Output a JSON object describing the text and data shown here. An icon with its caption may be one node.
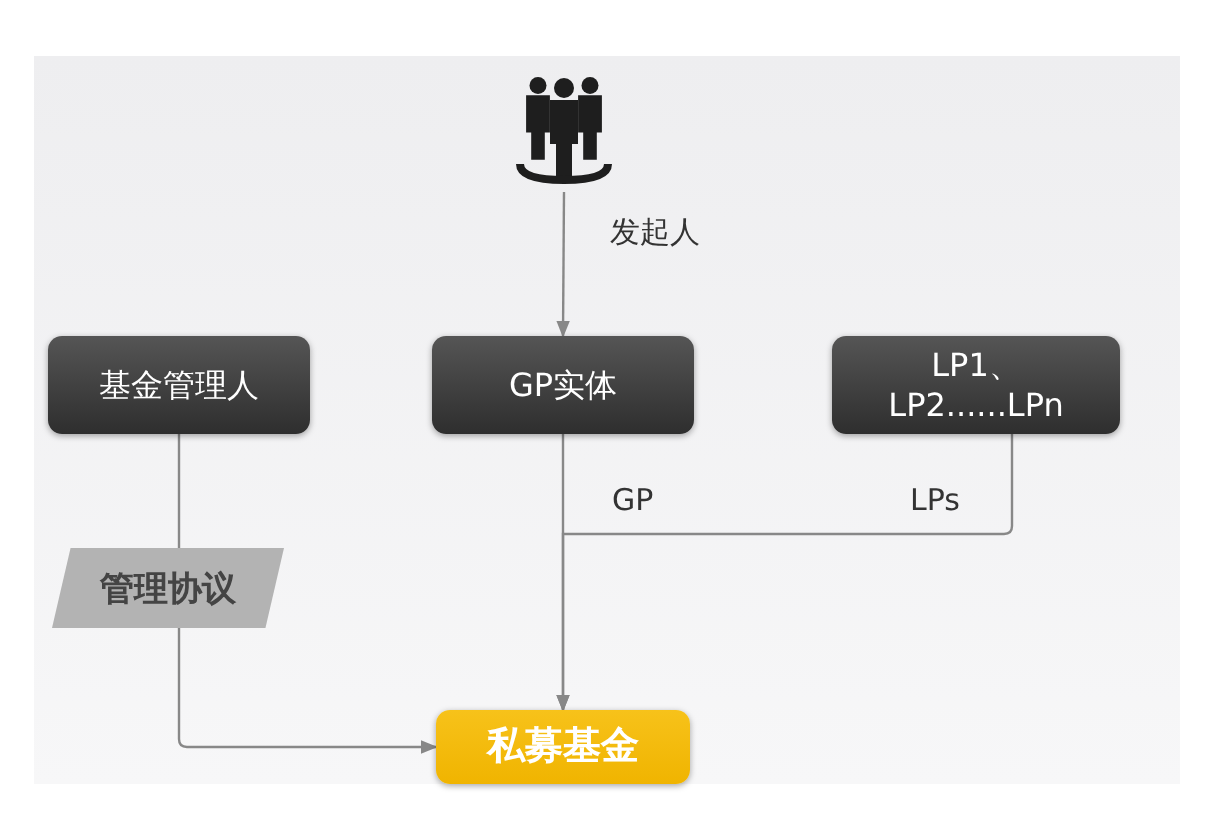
{
  "diagram": {
    "nodes": [
      {
        "text": [],
        "shape": "person"
      },
      {
        "text": [
          "基金管理人"
        ]
      },
      {
        "text": [
          "GP实体"
        ]
      },
      {
        "text": [
          "LP1、LP2......LPn"
        ]
      },
      {
        "text": [
          "私募基金"
        ]
      }
    ],
    "edges": [
      {
        "from": 0,
        "to": 2,
        "arrow": "to",
        "label": "发起人"
      },
      {
        "from": 1,
        "to": 4,
        "arrow": "to",
        "label": "管理协议"
      },
      {
        "from": 2,
        "to": 4,
        "arrow": "to",
        "label": "GP"
      },
      {
        "from": 3,
        "to": 4,
        "arrow": "to",
        "label": "LPs"
      }
    ]
  }
}
